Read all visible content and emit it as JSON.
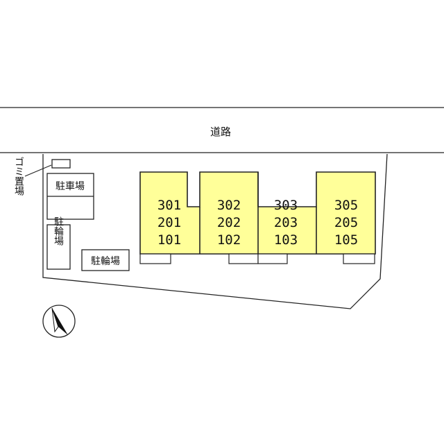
{
  "road": {
    "label": "道路"
  },
  "garbage": {
    "label": "ゴミ置場"
  },
  "parking": {
    "label": "駐車場"
  },
  "bike_parking_left": {
    "label": "駐輪場"
  },
  "bike_parking_bottom": {
    "label": "駐輪場"
  },
  "buildings": [
    {
      "floors": [
        "301",
        "201",
        "101"
      ]
    },
    {
      "floors": [
        "302",
        "202",
        "102"
      ]
    },
    {
      "floors": [
        "303",
        "203",
        "103"
      ]
    },
    {
      "floors": [
        "305",
        "205",
        "105"
      ]
    }
  ],
  "colors": {
    "building_fill": "#ffff99",
    "line": "#222222"
  },
  "compass": {
    "icon": "north-arrow-icon"
  }
}
